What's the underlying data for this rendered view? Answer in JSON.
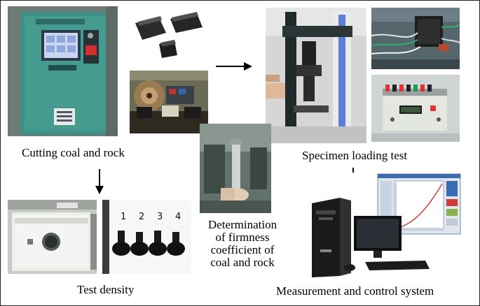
{
  "captions": {
    "cutting": "Cutting coal and rock",
    "loading": "Specimen loading test",
    "density": "Test density",
    "firmness_lines": [
      "Determination",
      "of firmness",
      "coefficient of",
      "coal and rock"
    ],
    "measurement": "Measurement and control system"
  },
  "sample_labels": [
    "1",
    "2",
    "3",
    "4"
  ],
  "arrow_directions": [
    "right",
    "down",
    "down"
  ]
}
